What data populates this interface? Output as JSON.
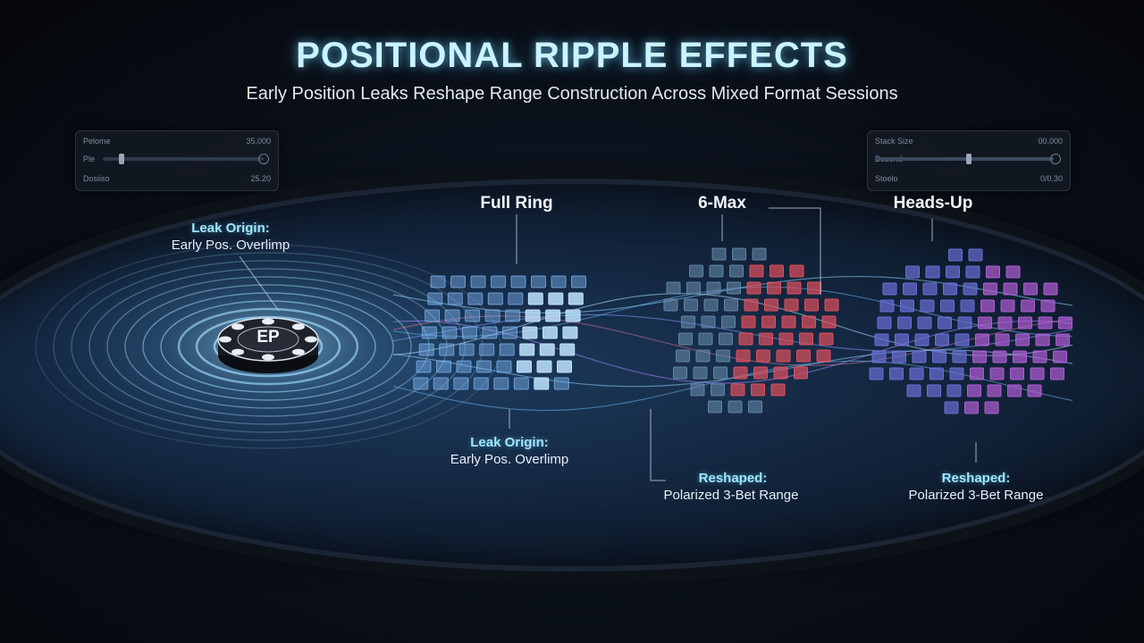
{
  "title": "POSITIONAL RIPPLE EFFECTS",
  "subtitle": "Early Position Leaks Reshape Range Construction Across Mixed Format Sessions",
  "chip": {
    "label": "EP",
    "icon": "poker-chip-icon"
  },
  "left_widget": {
    "row1_label": "Pelome",
    "row1_value": "35,000",
    "row2_label": "Ple",
    "row3_label": "Dosiiso",
    "row3_value": "25.20"
  },
  "right_widget": {
    "row1_label": "Stack Size",
    "row1_value": "00,000",
    "row2_label": "Bosend",
    "row3_label": "Stoelo",
    "row3_value": "0/0.30"
  },
  "annotations": {
    "chip_leak_title": "Leak Origin:",
    "chip_leak_text": "Early Pos. Overlimp",
    "grid_leak_title": "Leak Origin:",
    "grid_leak_text": "Early Pos. Overlimp",
    "sixmax_reshaped_title": "Reshaped:",
    "sixmax_reshaped_text": "Polarized 3-Bet Range",
    "hu_reshaped_title": "Reshaped:",
    "hu_reshaped_text": "Polarized 3-Bet Range"
  },
  "formats": [
    {
      "name": "Full Ring",
      "color": "#7fb6f2",
      "accent": "#bfe4ff"
    },
    {
      "name": "6-Max",
      "color": "#6b8fb0",
      "accent": "#e0505e"
    },
    {
      "name": "Heads-Up",
      "color": "#6a6fd6",
      "accent": "#b05ed6"
    }
  ]
}
